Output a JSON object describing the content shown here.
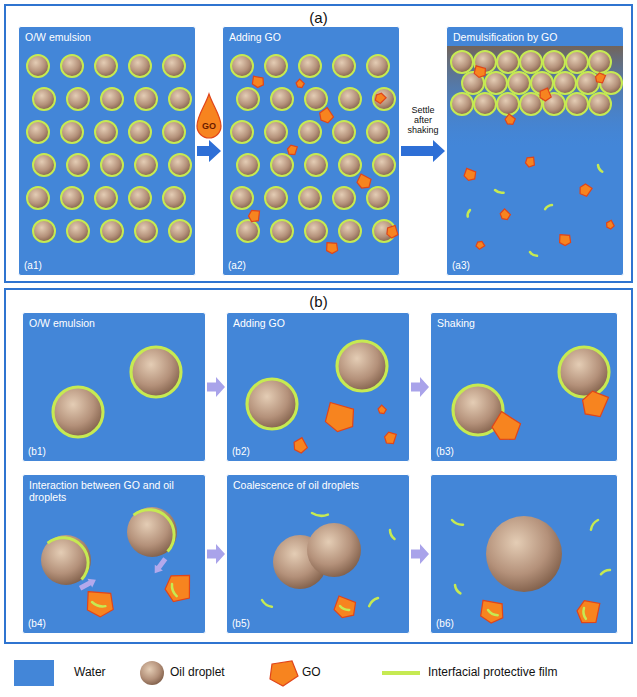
{
  "diagram": {
    "nodes": [
      {
        "text": [
          "(a)"
        ]
      },
      {
        "text": [
          "O/W emulsion",
          "(a1)"
        ],
        "in": 0
      },
      {
        "text": [
          "Adding GO",
          "(a2)"
        ],
        "in": 0
      },
      {
        "text": [
          "Demulsification by GO",
          "(a3)"
        ],
        "in": 0
      },
      {
        "text": [
          "(b)"
        ]
      },
      {
        "text": [
          "O/W emulsion",
          "(b1)"
        ],
        "in": 4
      },
      {
        "text": [
          "Adding GO",
          "(b2)"
        ],
        "in": 4
      },
      {
        "text": [
          "Shaking",
          "(b3)"
        ],
        "in": 4
      },
      {
        "text": [
          "Interaction between GO and oil droplets",
          "(b4)"
        ],
        "in": 4
      },
      {
        "text": [
          "Coalescence of oil droplets",
          "(b5)"
        ],
        "in": 4
      },
      {
        "text": [
          "(b6)"
        ],
        "in": 4
      }
    ],
    "edges": [
      {
        "from": 1,
        "to": 2,
        "arrow": "to"
      },
      {
        "from": 2,
        "to": 3,
        "label": "Settle after shaking",
        "arrow": "to"
      },
      {
        "from": 5,
        "to": 6,
        "arrow": "to"
      },
      {
        "from": 6,
        "to": 7,
        "arrow": "to"
      },
      {
        "from": 8,
        "to": 9,
        "arrow": "to"
      },
      {
        "from": 9,
        "to": 10,
        "arrow": "to"
      }
    ],
    "labels": [
      "GO"
    ],
    "legend": [
      {
        "text": "Water",
        "color": "#4386d8"
      },
      {
        "text": "Oil droplet"
      },
      {
        "text": "GO"
      },
      {
        "text": "Interfacial protective film"
      }
    ]
  }
}
